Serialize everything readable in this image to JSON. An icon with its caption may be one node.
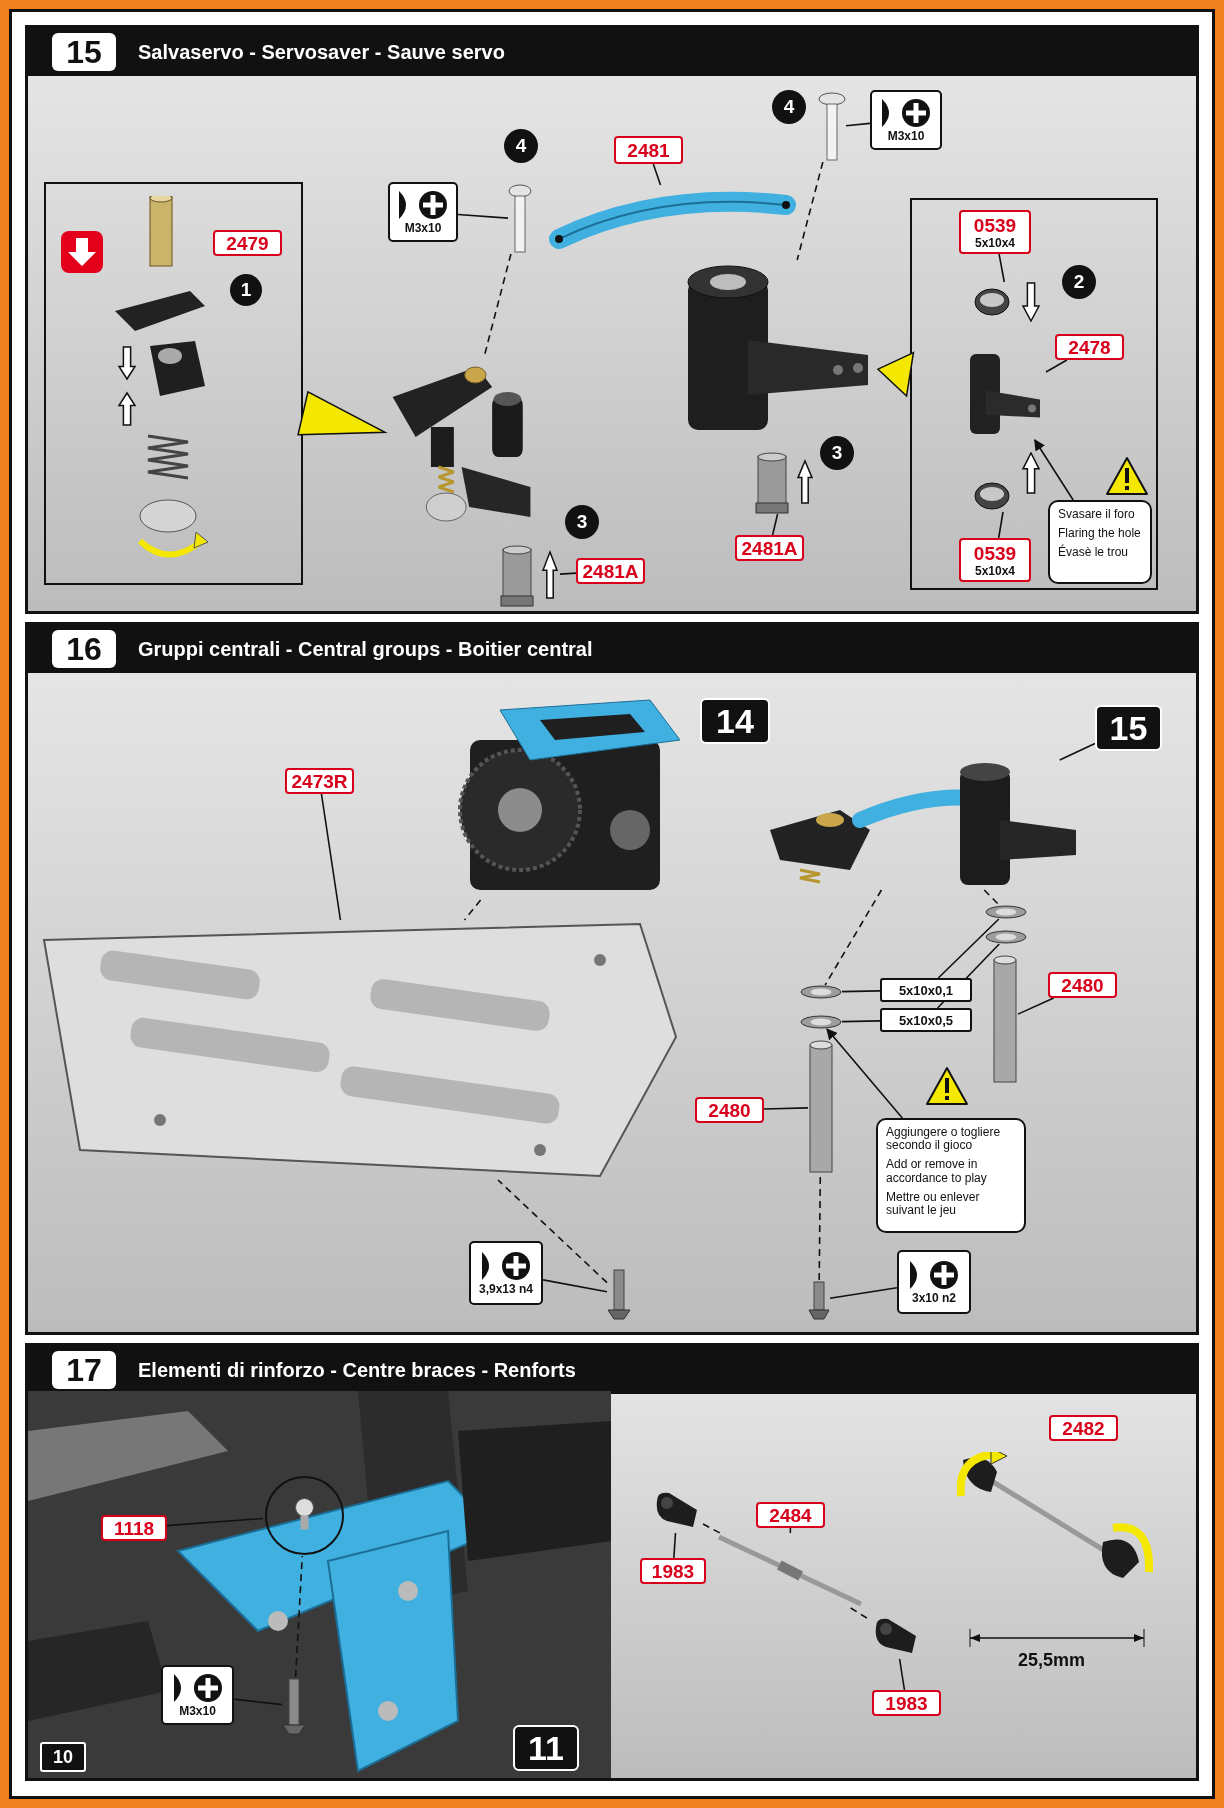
{
  "diagram": {
    "nodes": [
      {
        "text": [
          "15",
          "Salvaservo - Servosaver - Sauve servo"
        ]
      },
      {
        "text": [],
        "shape": "box",
        "in": 0
      },
      {
        "text": [
          "2479"
        ],
        "in": 1
      },
      {
        "text": [
          "1"
        ],
        "in": 1
      },
      {
        "text": [],
        "shape": "picture",
        "in": 1
      },
      {
        "text": [],
        "shape": "picture",
        "in": 0
      },
      {
        "text": [
          "M3x10"
        ],
        "in": 0
      },
      {
        "text": [],
        "shape": "picture",
        "in": 0
      },
      {
        "text": [
          "4"
        ],
        "in": 0
      },
      {
        "text": [
          "2481"
        ],
        "in": 0
      },
      {
        "text": [],
        "shape": "picture",
        "in": 0
      },
      {
        "text": [
          "4"
        ],
        "in": 0
      },
      {
        "text": [
          "M3x10"
        ],
        "in": 0
      },
      {
        "text": [],
        "shape": "picture",
        "in": 0
      },
      {
        "text": [],
        "shape": "picture",
        "in": 0
      },
      {
        "text": [
          "2481A"
        ],
        "in": 0
      },
      {
        "text": [],
        "shape": "cylinder",
        "in": 0
      },
      {
        "text": [
          "3"
        ],
        "in": 0
      },
      {
        "text": [
          "2481A"
        ],
        "in": 0
      },
      {
        "text": [],
        "shape": "cylinder",
        "in": 0
      },
      {
        "text": [
          "3"
        ],
        "in": 0
      },
      {
        "text": [],
        "shape": "box",
        "in": 0
      },
      {
        "text": [
          "0539",
          "5x10x4"
        ],
        "in": 21
      },
      {
        "text": [],
        "shape": "picture",
        "in": 21
      },
      {
        "text": [
          "2"
        ],
        "in": 21
      },
      {
        "text": [
          "2478"
        ],
        "in": 21
      },
      {
        "text": [],
        "shape": "picture",
        "in": 21
      },
      {
        "text": [],
        "shape": "picture",
        "in": 21
      },
      {
        "text": [
          "0539",
          "5x10x4"
        ],
        "in": 21
      },
      {
        "text": [
          "Svasare il foro",
          "Flaring the hole",
          "Évasè le trou"
        ],
        "in": 21
      },
      {
        "text": [
          "16",
          "Gruppi centrali - Central groups - Boitier central"
        ]
      },
      {
        "text": [],
        "shape": "picture",
        "in": 30
      },
      {
        "text": [
          "2473R"
        ],
        "in": 30
      },
      {
        "text": [],
        "shape": "picture",
        "in": 30
      },
      {
        "text": [
          "14"
        ],
        "in": 30
      },
      {
        "text": [],
        "shape": "picture",
        "in": 30
      },
      {
        "text": [
          "15"
        ],
        "in": 30
      },
      {
        "text": [],
        "shape": "picture",
        "in": 30
      },
      {
        "text": [],
        "shape": "picture",
        "in": 30
      },
      {
        "text": [
          "5x10x0,1"
        ],
        "in": 30
      },
      {
        "text": [
          "5x10x0,5"
        ],
        "in": 30
      },
      {
        "text": [],
        "shape": "picture",
        "in": 30
      },
      {
        "text": [],
        "shape": "picture",
        "in": 30
      },
      {
        "text": [],
        "shape": "cylinder",
        "in": 30
      },
      {
        "text": [
          "2480"
        ],
        "in": 30
      },
      {
        "text": [],
        "shape": "cylinder",
        "in": 30
      },
      {
        "text": [
          "2480"
        ],
        "in": 30
      },
      {
        "text": [
          "Aggiungere o togliere secondo il gioco",
          "Add or remove in accordance to play",
          "Mettre ou enlever suivant le jeu"
        ],
        "in": 30
      },
      {
        "text": [],
        "shape": "picture",
        "in": 30
      },
      {
        "text": [
          "3,9x13 n4"
        ],
        "in": 30
      },
      {
        "text": [],
        "shape": "picture",
        "in": 30
      },
      {
        "text": [
          "3x10 n2"
        ],
        "in": 30
      },
      {
        "text": [
          "17",
          "Elementi di rinforzo - Centre braces - Renforts"
        ]
      },
      {
        "text": [],
        "shape": "picture",
        "in": 52
      },
      {
        "text": [
          "1118"
        ],
        "in": 53
      },
      {
        "text": [],
        "shape": "picture",
        "in": 53
      },
      {
        "text": [
          "M3x10"
        ],
        "in": 53
      },
      {
        "text": [],
        "shape": "picture",
        "in": 53
      },
      {
        "text": [
          "2482"
        ],
        "in": 52
      },
      {
        "text": [
          "2484"
        ],
        "in": 52
      },
      {
        "text": [],
        "shape": "bar",
        "in": 52
      },
      {
        "text": [
          "1983"
        ],
        "in": 52
      },
      {
        "text": [],
        "shape": "picture",
        "in": 52
      },
      {
        "text": [
          "1983"
        ],
        "in": 52
      },
      {
        "text": [],
        "shape": "picture",
        "in": 52
      },
      {
        "text": [],
        "shape": "picture",
        "in": 52
      },
      {
        "text": [
          "11"
        ],
        "in": 53
      },
      {
        "text": [
          "10"
        ],
        "in": 53
      }
    ],
    "edges": [
      {
        "from": 1,
        "to": 5,
        "arrow": "to",
        "style": "thick",
        "color": "#f5e800"
      },
      {
        "from": 21,
        "to": 14,
        "arrow": "to",
        "style": "thick",
        "color": "#f5e800"
      },
      {
        "from": 6,
        "to": 7,
        "arrow": "none"
      },
      {
        "from": 9,
        "to": 10,
        "arrow": "none"
      },
      {
        "from": 12,
        "to": 13,
        "arrow": "none"
      },
      {
        "from": 7,
        "to": 5,
        "arrow": "none",
        "style": "dashed"
      },
      {
        "from": 13,
        "to": 14,
        "arrow": "none",
        "style": "dashed"
      },
      {
        "from": 15,
        "to": 16,
        "arrow": "none"
      },
      {
        "from": 18,
        "to": 19,
        "arrow": "none"
      },
      {
        "from": 22,
        "to": 23,
        "arrow": "none"
      },
      {
        "from": 25,
        "to": 26,
        "arrow": "none"
      },
      {
        "from": 28,
        "to": 27,
        "arrow": "none"
      },
      {
        "from": 29,
        "to": 26,
        "arrow": "to"
      },
      {
        "from": 32,
        "to": 31,
        "arrow": "none"
      },
      {
        "from": 36,
        "to": 35,
        "arrow": "none"
      },
      {
        "from": 33,
        "to": 31,
        "arrow": "none",
        "style": "dashed"
      },
      {
        "from": 35,
        "to": 37,
        "arrow": "none",
        "style": "dashed"
      },
      {
        "from": 35,
        "to": 41,
        "arrow": "none",
        "style": "dashed"
      },
      {
        "from": 39,
        "to": 37,
        "arrow": "none"
      },
      {
        "from": 39,
        "to": 41,
        "arrow": "none"
      },
      {
        "from": 40,
        "to": 38,
        "arrow": "none"
      },
      {
        "from": 40,
        "to": 42,
        "arrow": "none"
      },
      {
        "from": 44,
        "to": 43,
        "arrow": "none"
      },
      {
        "from": 46,
        "to": 45,
        "arrow": "none"
      },
      {
        "from": 47,
        "to": 38,
        "arrow": "to"
      },
      {
        "from": 49,
        "to": 48,
        "arrow": "none"
      },
      {
        "from": 51,
        "to": 50,
        "arrow": "none"
      },
      {
        "from": 48,
        "to": 31,
        "arrow": "none",
        "style": "dashed"
      },
      {
        "from": 50,
        "to": 45,
        "arrow": "none",
        "style": "dashed"
      },
      {
        "from": 54,
        "to": 55,
        "arrow": "none"
      },
      {
        "from": 56,
        "to": 57,
        "arrow": "none"
      },
      {
        "from": 57,
        "to": 55,
        "arrow": "none",
        "style": "dashed"
      },
      {
        "from": 59,
        "to": 60,
        "arrow": "none"
      },
      {
        "from": 61,
        "to": 62,
        "arrow": "none"
      },
      {
        "from": 63,
        "to": 64,
        "arrow": "none"
      },
      {
        "from": 62,
        "to": 60,
        "arrow": "none",
        "style": "dashed"
      },
      {
        "from": 60,
        "to": 64,
        "arrow": "none",
        "style": "dashed"
      }
    ],
    "labels": [
      "25,5mm"
    ]
  }
}
